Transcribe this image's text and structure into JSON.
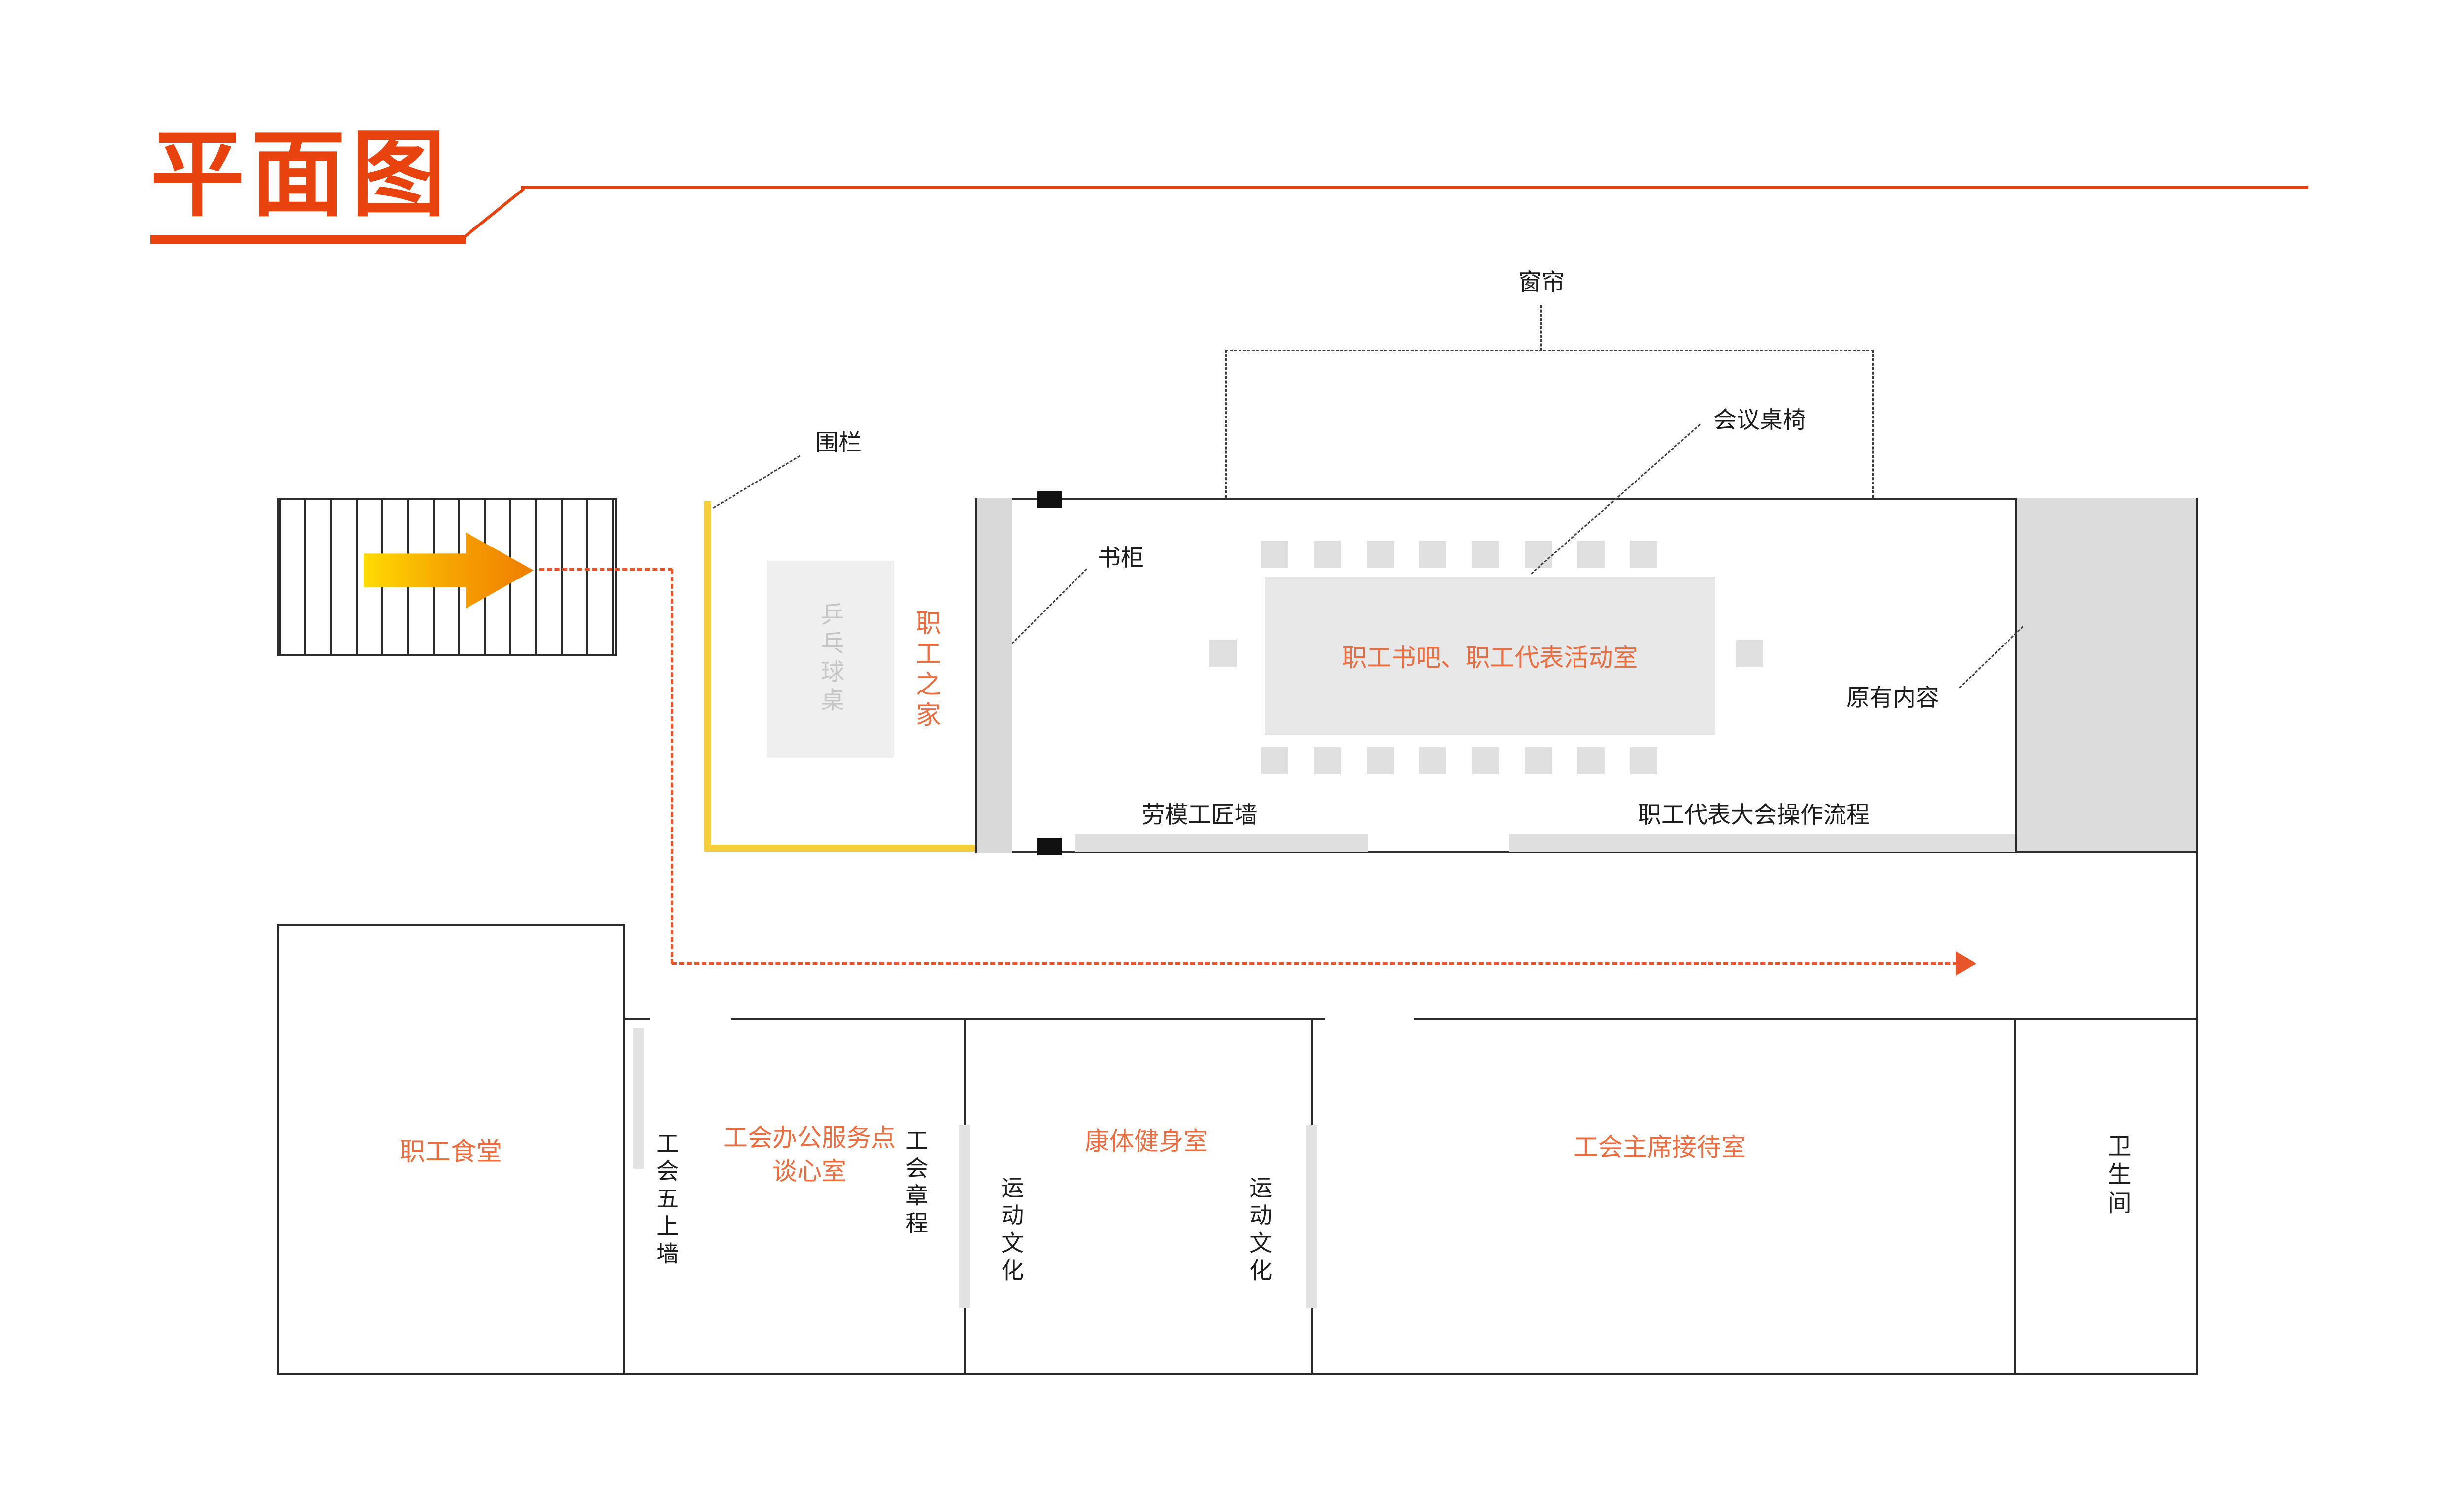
{
  "header": {
    "title": "平面图"
  },
  "plan": {
    "annotations": {
      "curtain": "窗帘",
      "fence": "围栏",
      "bookcase": "书柜",
      "meeting_furniture": "会议桌椅",
      "existing_content": "原有内容",
      "model_worker_wall": "劳模工匠墙",
      "congress_process": "职工代表大会操作流程"
    },
    "upper": {
      "main_room": "职工书吧、职工代表活动室",
      "staff_home": "职工之家",
      "pingpong": "乒乓球桌"
    },
    "lower": {
      "canteen": "职工食堂",
      "union_office_line1": "工会办公服务点",
      "union_office_line2": "谈心室",
      "union_five_wall": "工会五上墙",
      "union_charter": "工会章程",
      "sport_culture_left": "运动文化",
      "fitness": "康体健身室",
      "sport_culture_right": "运动文化",
      "reception": "工会主席接待室",
      "restroom": "卫生间"
    }
  },
  "colors": {
    "accent_red": "#E8430F",
    "label_orange": "#EC6D3F",
    "path_orange": "#E8552B",
    "fence_yellow": "#F6CE3A"
  }
}
